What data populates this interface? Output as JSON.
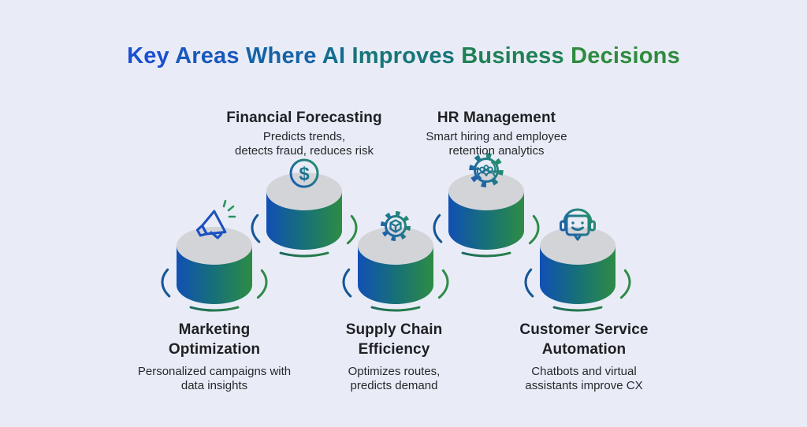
{
  "background_color": "#e9ecf6",
  "title": {
    "full_text": "Key Areas Where AI Improves Business Decisions",
    "words": [
      {
        "text": "Key",
        "color": "#1b4fd1"
      },
      {
        "text": "Areas",
        "color": "#1958bd"
      },
      {
        "text": "Where",
        "color": "#1563a6"
      },
      {
        "text": "AI",
        "color": "#126d8e"
      },
      {
        "text": "Improves",
        "color": "#167578"
      },
      {
        "text": "Business",
        "color": "#1f8156"
      },
      {
        "text": "Decisions",
        "color": "#2e8b3f"
      }
    ]
  },
  "podiums": [
    {
      "name": "Marketing Optimization",
      "row": "bottom",
      "icon": "megaphone-icon",
      "title_lines": [
        "Marketing",
        "Optimization"
      ],
      "subtitle_lines": [
        "Personalized campaigns with",
        "data insights"
      ]
    },
    {
      "name": "Financial Forecasting",
      "row": "top",
      "icon": "dollar-coin-icon",
      "symbol": "$",
      "title_lines": [
        "Financial Forecasting"
      ],
      "subtitle_lines": [
        "Predicts trends,",
        "detects fraud, reduces risk"
      ]
    },
    {
      "name": "Supply Chain Efficiency",
      "row": "bottom",
      "icon": "gear-cube-icon",
      "title_lines": [
        "Supply Chain",
        "Efficiency"
      ],
      "subtitle_lines": [
        "Optimizes routes,",
        "predicts demand"
      ]
    },
    {
      "name": "HR Management",
      "row": "top",
      "icon": "gear-people-icon",
      "title_lines": [
        "HR Management"
      ],
      "subtitle_lines": [
        "Smart hiring and employee",
        "retention analytics"
      ]
    },
    {
      "name": "Customer Service Automation",
      "row": "bottom",
      "icon": "chatbot-headset-icon",
      "title_lines": [
        "Customer Service",
        "Automation"
      ],
      "subtitle_lines": [
        "Chatbots and virtual",
        "assistants improve CX"
      ]
    }
  ],
  "colors": {
    "cylinder_gradient_start": "#1150b4",
    "cylinder_gradient_mid": "#177078",
    "cylinder_gradient_end": "#2e8c44",
    "cylinder_top": "#d3d4d8",
    "ring_gradient_start": "#15549b",
    "ring_gradient_mid": "#20724f",
    "ring_gradient_end": "#2f8b46",
    "icon_gradient_start": "#1b50c0",
    "icon_gradient_end": "#28a153",
    "heading_text": "#1e2023",
    "body_text": "#26282b"
  }
}
